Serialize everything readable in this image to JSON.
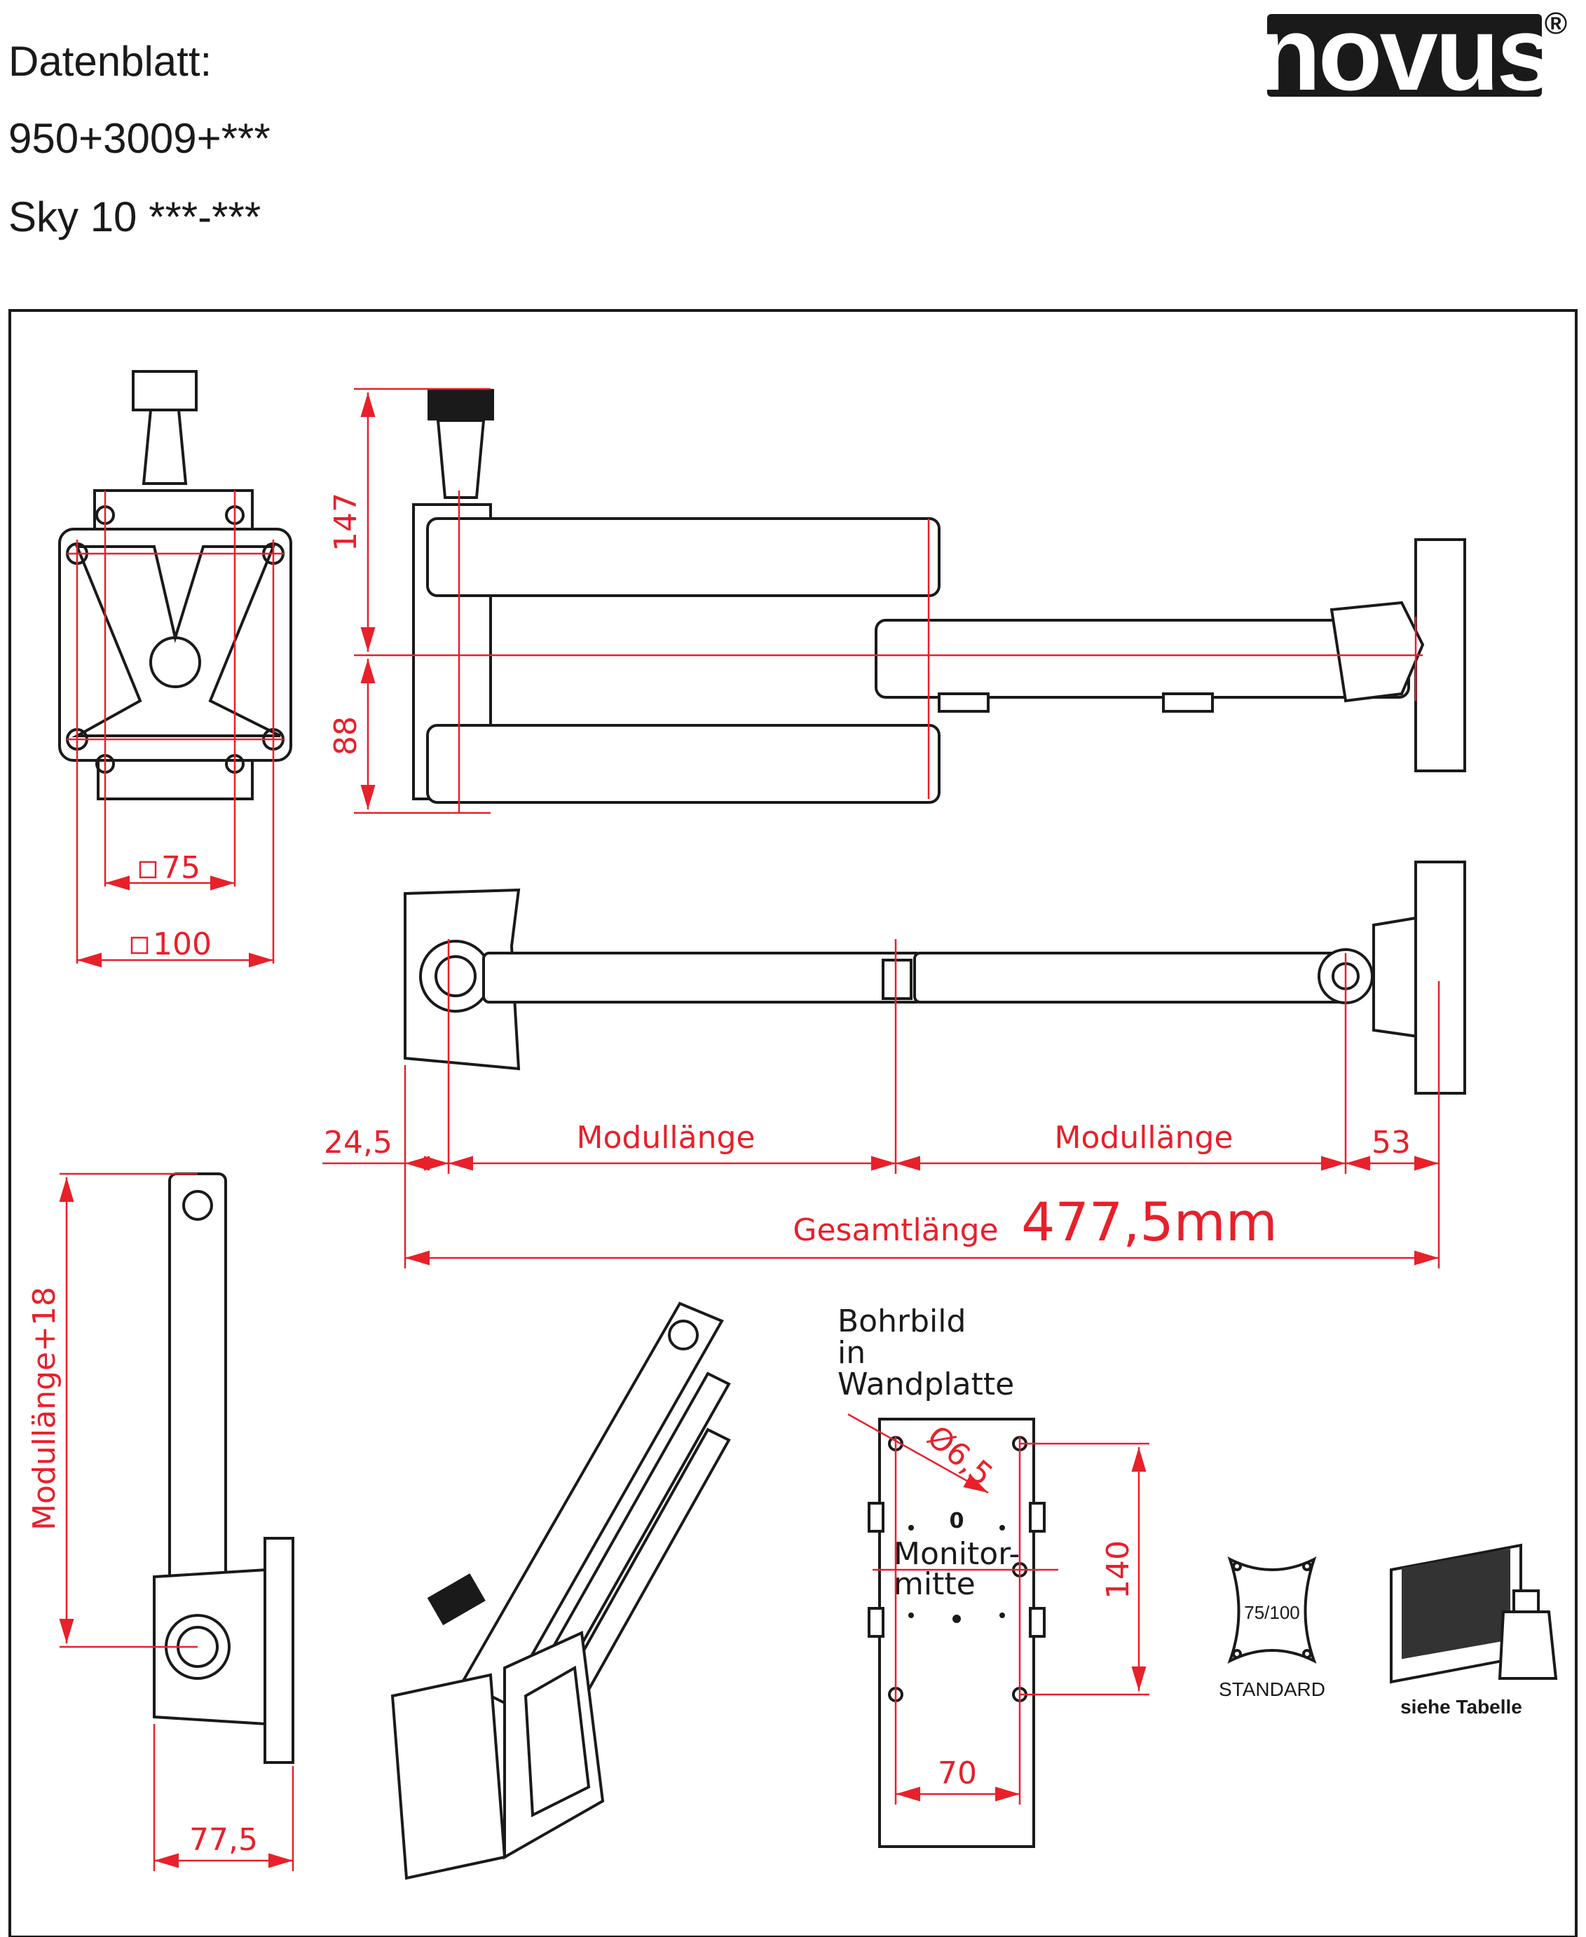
{
  "header": {
    "line1": "Datenblatt:",
    "line2": "950+3009+***",
    "line3": "Sky 10 ***-***"
  },
  "logo": {
    "text": "novus",
    "mark": "®"
  },
  "dimensions": {
    "d147": "147",
    "d88": "88",
    "vesa75": "75",
    "vesa100": "100",
    "d24_5": "24,5",
    "modul1": "Modullänge",
    "modul2": "Modullänge",
    "d53": "53",
    "total_label": "Gesamtlänge",
    "total_value": "477,5mm",
    "vertical": "Modullänge+18",
    "d77_5": "77,5",
    "d140": "140",
    "d70": "70",
    "hole_dia": "Ø6,5"
  },
  "bohrbild": {
    "line1": "Bohrbild",
    "line2": "in",
    "line3": "Wandplatte",
    "center_mark": "0",
    "monitor1": "Monitor-",
    "monitor2": "mitte"
  },
  "icons": {
    "standard_vesa": "75/100",
    "standard_label": "STANDARD",
    "table_label": "siehe Tabelle"
  },
  "colors": {
    "dimension": "#e8202a",
    "line": "#1a1a1a"
  }
}
